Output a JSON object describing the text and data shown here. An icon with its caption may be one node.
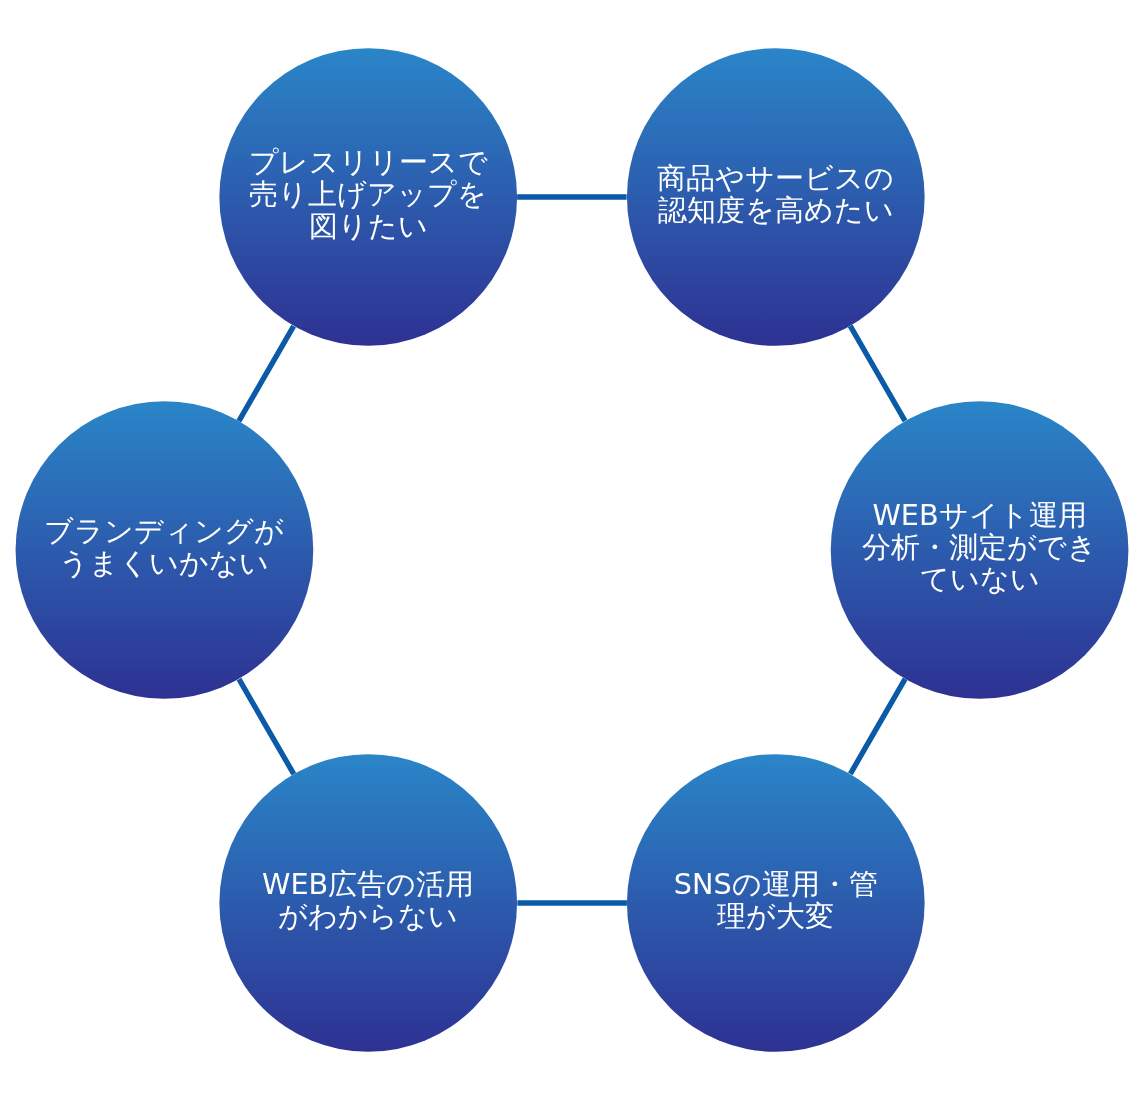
{
  "diagram": {
    "nodes": [
      {
        "text": [
          "SNSの運用・管理が大変"
        ]
      },
      {
        "text": [
          "WEB広告の活用がわからない"
        ]
      },
      {
        "text": [
          "ブランディングがうまくいかない"
        ]
      },
      {
        "text": [
          "プレスリリースで売り上げアップを図りたい"
        ]
      },
      {
        "text": [
          "商品やサービスの認知度を高めたい"
        ]
      },
      {
        "text": [
          "WEBサイト運用分析・測定ができていない"
        ]
      }
    ],
    "edges": [
      {
        "from": 0,
        "to": 1,
        "arrow": "none"
      },
      {
        "from": 1,
        "to": 2,
        "arrow": "none"
      },
      {
        "from": 2,
        "to": 3,
        "arrow": "none"
      },
      {
        "from": 3,
        "to": 4,
        "arrow": "none"
      },
      {
        "from": 4,
        "to": 5,
        "arrow": "none"
      },
      {
        "from": 5,
        "to": 0,
        "arrow": "none"
      }
    ]
  }
}
